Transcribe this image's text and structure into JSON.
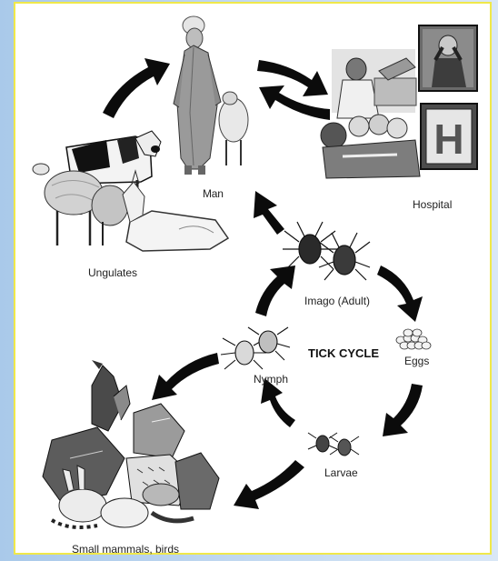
{
  "diagram": {
    "title": "TICK CYCLE",
    "labels": {
      "man": "Man",
      "hospital": "Hospital",
      "ungulates": "Ungulates",
      "imago": "Imago (Adult)",
      "eggs": "Eggs",
      "nymph": "Nymph",
      "larvae": "Larvae",
      "small_mammals": "Small mammals, birds"
    },
    "hospital_sign_letter": "H",
    "icons": [
      "man-figure",
      "sheep",
      "cow",
      "goat",
      "surgeon",
      "operating-team",
      "hospital-sign",
      "tick-adult",
      "tick-nymph",
      "tick-larva",
      "egg-cluster",
      "rabbit",
      "bird",
      "raccoon"
    ]
  }
}
